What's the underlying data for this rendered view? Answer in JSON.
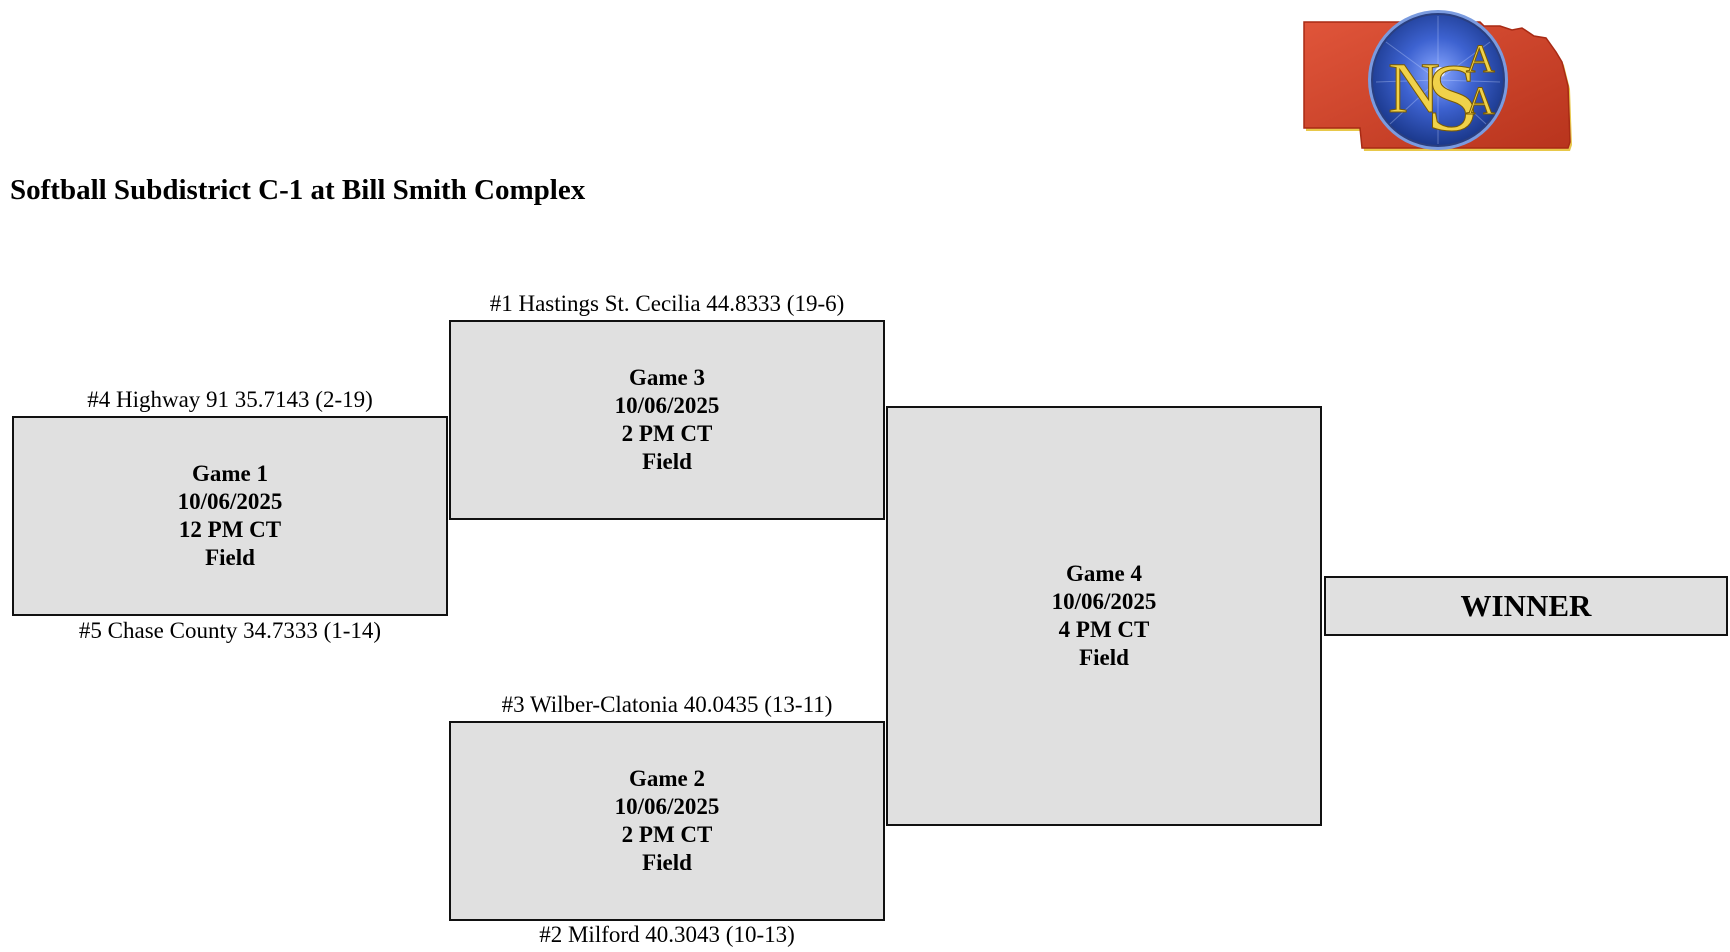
{
  "header": {
    "title": "Softball Subdistrict C-1 at Bill Smith Complex",
    "logo_text": "NSAA"
  },
  "bracket": {
    "games": [
      {
        "id": "game1",
        "name": "Game 1",
        "date": "10/06/2025",
        "time": "12 PM CT",
        "location": "Field",
        "top_team": "#4 Highway 91 35.7143 (2-19)",
        "bottom_team": "#5 Chase County 34.7333 (1-14)"
      },
      {
        "id": "game3",
        "name": "Game 3",
        "date": "10/06/2025",
        "time": "2 PM CT",
        "location": "Field",
        "top_team": "#1 Hastings St. Cecilia 44.8333 (19-6)"
      },
      {
        "id": "game2",
        "name": "Game 2",
        "date": "10/06/2025",
        "time": "2 PM CT",
        "location": "Field",
        "top_team": "#3 Wilber-Clatonia 40.0435 (13-11)",
        "bottom_team": "#2 Milford 40.3043 (10-13)"
      },
      {
        "id": "game4",
        "name": "Game 4",
        "date": "10/06/2025",
        "time": "4 PM CT",
        "location": "Field"
      }
    ],
    "winner_label": "WINNER"
  },
  "colors": {
    "box_fill": "#e0e0e0",
    "box_border": "#111111",
    "logo_state_red": "#d8452a",
    "logo_state_gold": "#e8c84a",
    "logo_globe_blue": "#2a4fb0"
  }
}
